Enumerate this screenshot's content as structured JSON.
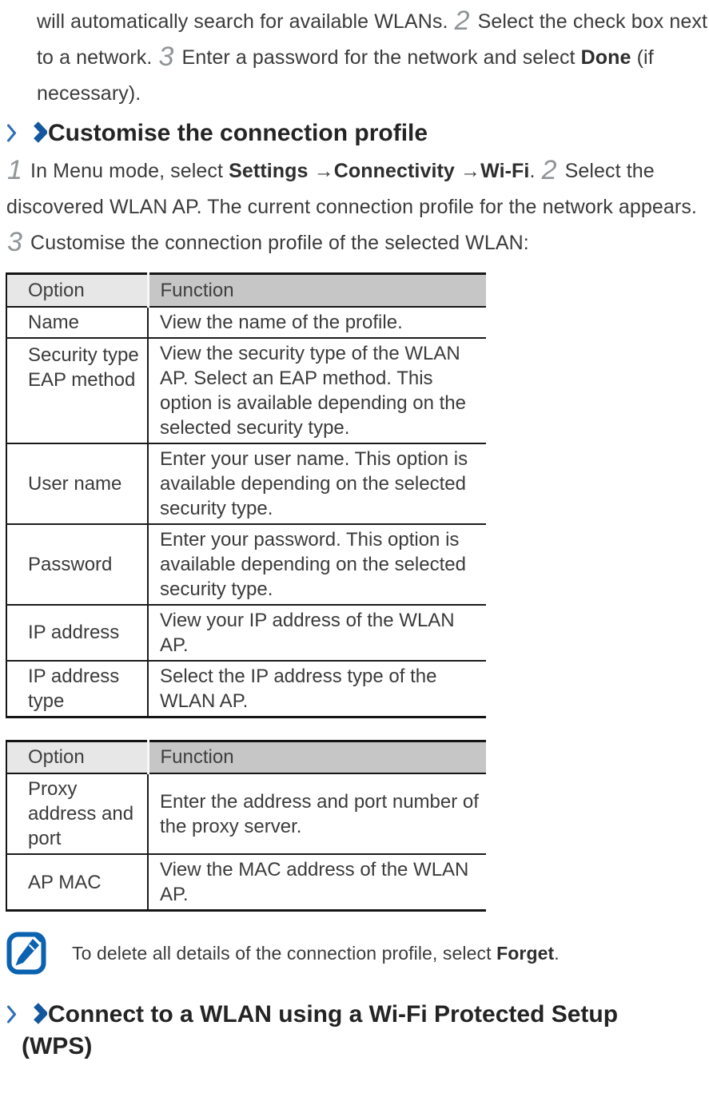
{
  "colors": {
    "accent_blue": "#13589e",
    "chevron_light_blue": "#2d6fb5",
    "table_header_option_bg": "#e7e7e7",
    "table_header_function_bg": "#c6c6c6",
    "step_number_gray": "#8f9497",
    "body_text": "#3b3b3b"
  },
  "icons": {
    "heading_marker_thin": "chevron-right-icon",
    "heading_marker_heavy": "heavy-chevron-right-icon",
    "note": "note-pencil-icon"
  },
  "intro_paragraph": {
    "text_1": "will automatically search for available WLANs. ",
    "step_2": "2",
    "text_2": " Select the check box next to a network. ",
    "step_3": "3",
    "text_3": " Enter a password for the network and select ",
    "bold_done": "Done",
    "text_4": " (if necessary)."
  },
  "section_customise": {
    "title": "Customise the connection profile",
    "steps": {
      "step_1": "1",
      "text_1": " In Menu mode, select ",
      "bold_settings": "Settings",
      "arrow_1": " →",
      "bold_connectivity": "Connectivity",
      "arrow_2": " →",
      "bold_wifi": "Wi-Fi",
      "text_2": ". ",
      "step_2": "2",
      "text_3": " Select the discovered WLAN AP. The current connection profile for the network appears. ",
      "step_3": "3",
      "text_4": " Customise the connection profile of the selected WLAN:"
    }
  },
  "table_1": {
    "headers": {
      "option": "Option",
      "function": "Function"
    },
    "rows": [
      {
        "option": "Name",
        "function": "View the name of the profile."
      },
      {
        "option": "Security type EAP method",
        "function": "View the security type of the WLAN AP. Select an EAP method. This option is available depending on the selected security type."
      },
      {
        "option": "User name",
        "function": "Enter your user name. This option is available depending on the selected security type."
      },
      {
        "option": "Password",
        "function": "Enter your password. This option is available depending on the selected security type."
      },
      {
        "option": "IP address",
        "function": "View your IP address of the WLAN AP."
      },
      {
        "option": "IP address type",
        "function": "Select the IP address type of the WLAN AP."
      }
    ]
  },
  "table_2": {
    "headers": {
      "option": "Option",
      "function": "Function"
    },
    "rows": [
      {
        "option": "Proxy address and port",
        "function": "Enter the address and port number of the proxy server."
      },
      {
        "option": "AP MAC",
        "function": "View the MAC address of the WLAN AP."
      }
    ]
  },
  "note": {
    "text_1": "To delete all details of the connection profile, select ",
    "bold_forget": "Forget",
    "text_2": "."
  },
  "section_wps": {
    "title": "Connect to a WLAN using a Wi-Fi Protected Setup (WPS)"
  }
}
